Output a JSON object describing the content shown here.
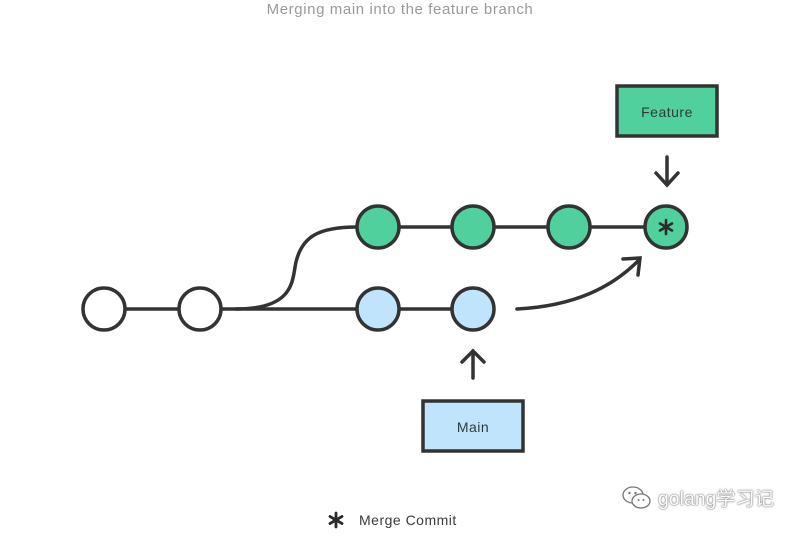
{
  "diagram": {
    "title": "Merging main into the feature branch",
    "labels": {
      "feature": "Feature",
      "main": "Main"
    },
    "legend": {
      "merge_commit": "Merge Commit"
    },
    "colors": {
      "feature_commit": "#4fd09c",
      "main_commit": "#bfe4fc",
      "base_commit": "#ffffff",
      "stroke": "#333333",
      "title_gray": "#9a9a9a"
    },
    "icons": {
      "merge_marker": "asterisk-icon",
      "watermark": "wechat-icon"
    }
  },
  "watermark": {
    "text": "golang学习记"
  }
}
